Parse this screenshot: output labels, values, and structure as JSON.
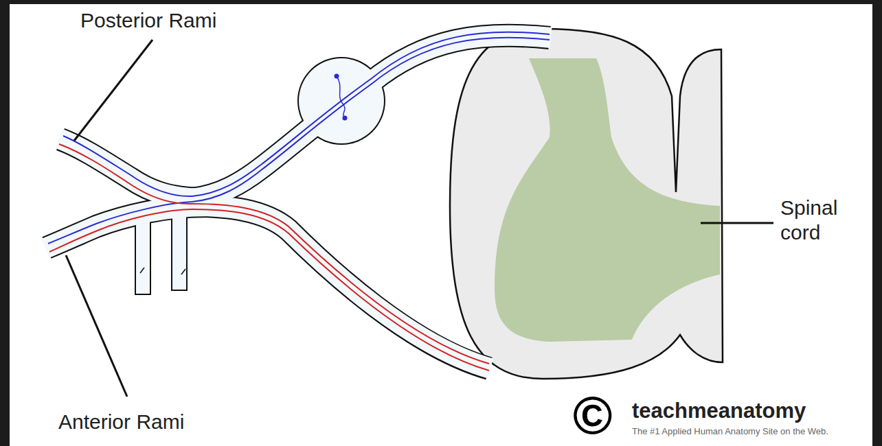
{
  "diagram": {
    "labels": [
      "Posterior Rami",
      "Anterior Rami",
      "Spinal cord",
      "©",
      "teachmeanatomy",
      "The #1 Applied Human Anatomy Site on the Web."
    ]
  }
}
